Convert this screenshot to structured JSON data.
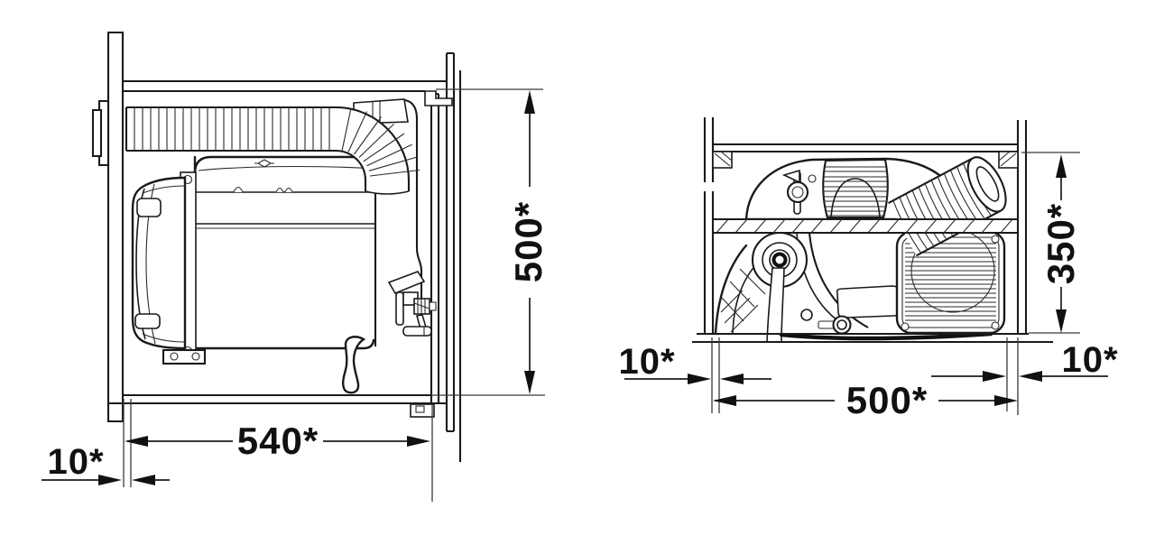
{
  "colors": {
    "ink": "#1a1a1a",
    "background": "#ffffff"
  },
  "side_view": {
    "height": "500*",
    "depth": "540*",
    "rear_clearance": "10*"
  },
  "front_view": {
    "height": "350*",
    "width": "500*",
    "left_clearance": "10*",
    "right_clearance": "10*"
  }
}
